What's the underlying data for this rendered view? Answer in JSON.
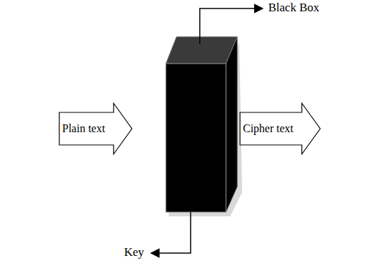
{
  "diagram": {
    "nodes": [
      {
        "text": [
          "Plain text"
        ]
      },
      {
        "text": [
          "Cipher text"
        ]
      }
    ],
    "labels": [
      "Black Box",
      "Key"
    ]
  }
}
